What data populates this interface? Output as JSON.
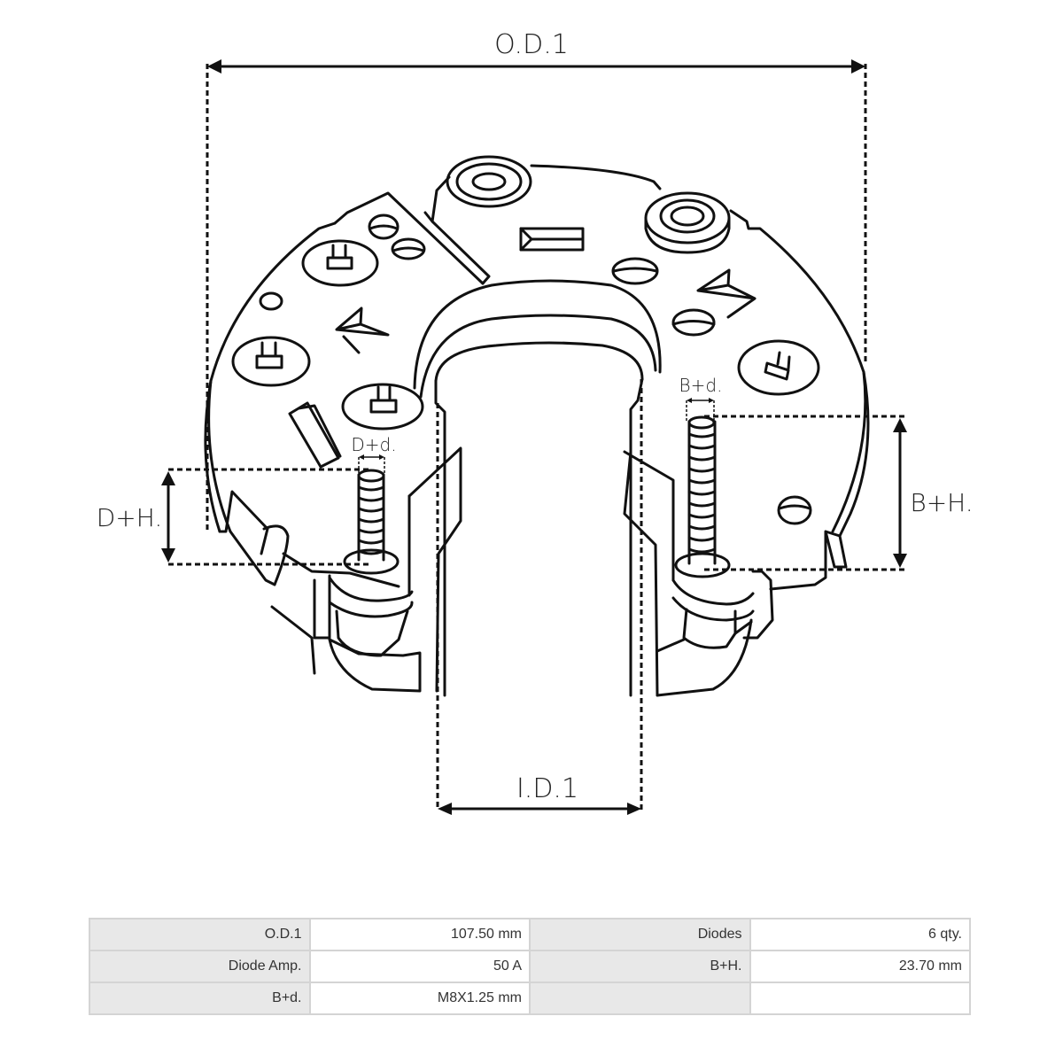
{
  "diagram": {
    "subject": "alternator rectifier (top view line drawing)",
    "dimension_labels": {
      "outer_diameter": "O.D.1",
      "inner_diameter": "I.D.1",
      "d_height": "D+H.",
      "d_diameter": "D+d.",
      "b_height": "B+H.",
      "b_diameter": "B+d."
    },
    "colors": {
      "line": "#111111",
      "background": "#ffffff",
      "table_key_bg": "#e8e8e8",
      "table_border": "#d4d4d4",
      "table_text": "#333333"
    }
  },
  "specs": {
    "rows": [
      {
        "k1": "O.D.1",
        "v1": "107.50 mm",
        "k2": "Diodes",
        "v2": "6 qty."
      },
      {
        "k1": "Diode Amp.",
        "v1": "50 A",
        "k2": "B+H.",
        "v2": "23.70 mm"
      },
      {
        "k1": "B+d.",
        "v1": "M8X1.25 mm",
        "k2": "",
        "v2": ""
      }
    ]
  }
}
